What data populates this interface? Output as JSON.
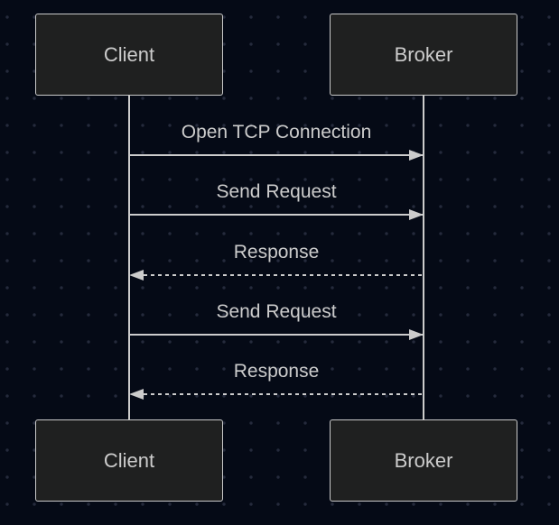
{
  "diagram": {
    "type": "sequence",
    "actors": [
      {
        "id": "client",
        "label": "Client"
      },
      {
        "id": "broker",
        "label": "Broker"
      }
    ],
    "messages": [
      {
        "from": "client",
        "to": "broker",
        "label": "Open TCP Connection",
        "line": "solid",
        "direction": "right"
      },
      {
        "from": "client",
        "to": "broker",
        "label": "Send Request",
        "line": "solid",
        "direction": "right"
      },
      {
        "from": "broker",
        "to": "client",
        "label": "Response",
        "line": "dashed",
        "direction": "left"
      },
      {
        "from": "client",
        "to": "broker",
        "label": "Send Request",
        "line": "solid",
        "direction": "right"
      },
      {
        "from": "broker",
        "to": "client",
        "label": "Response",
        "line": "dashed",
        "direction": "left"
      }
    ],
    "colors": {
      "background": "#050a16",
      "grid_dot": "#252a3c",
      "actor_fill": "#1f2020",
      "actor_border": "#c9c9c9",
      "line": "#cccccc",
      "text": "#cccccc"
    }
  }
}
